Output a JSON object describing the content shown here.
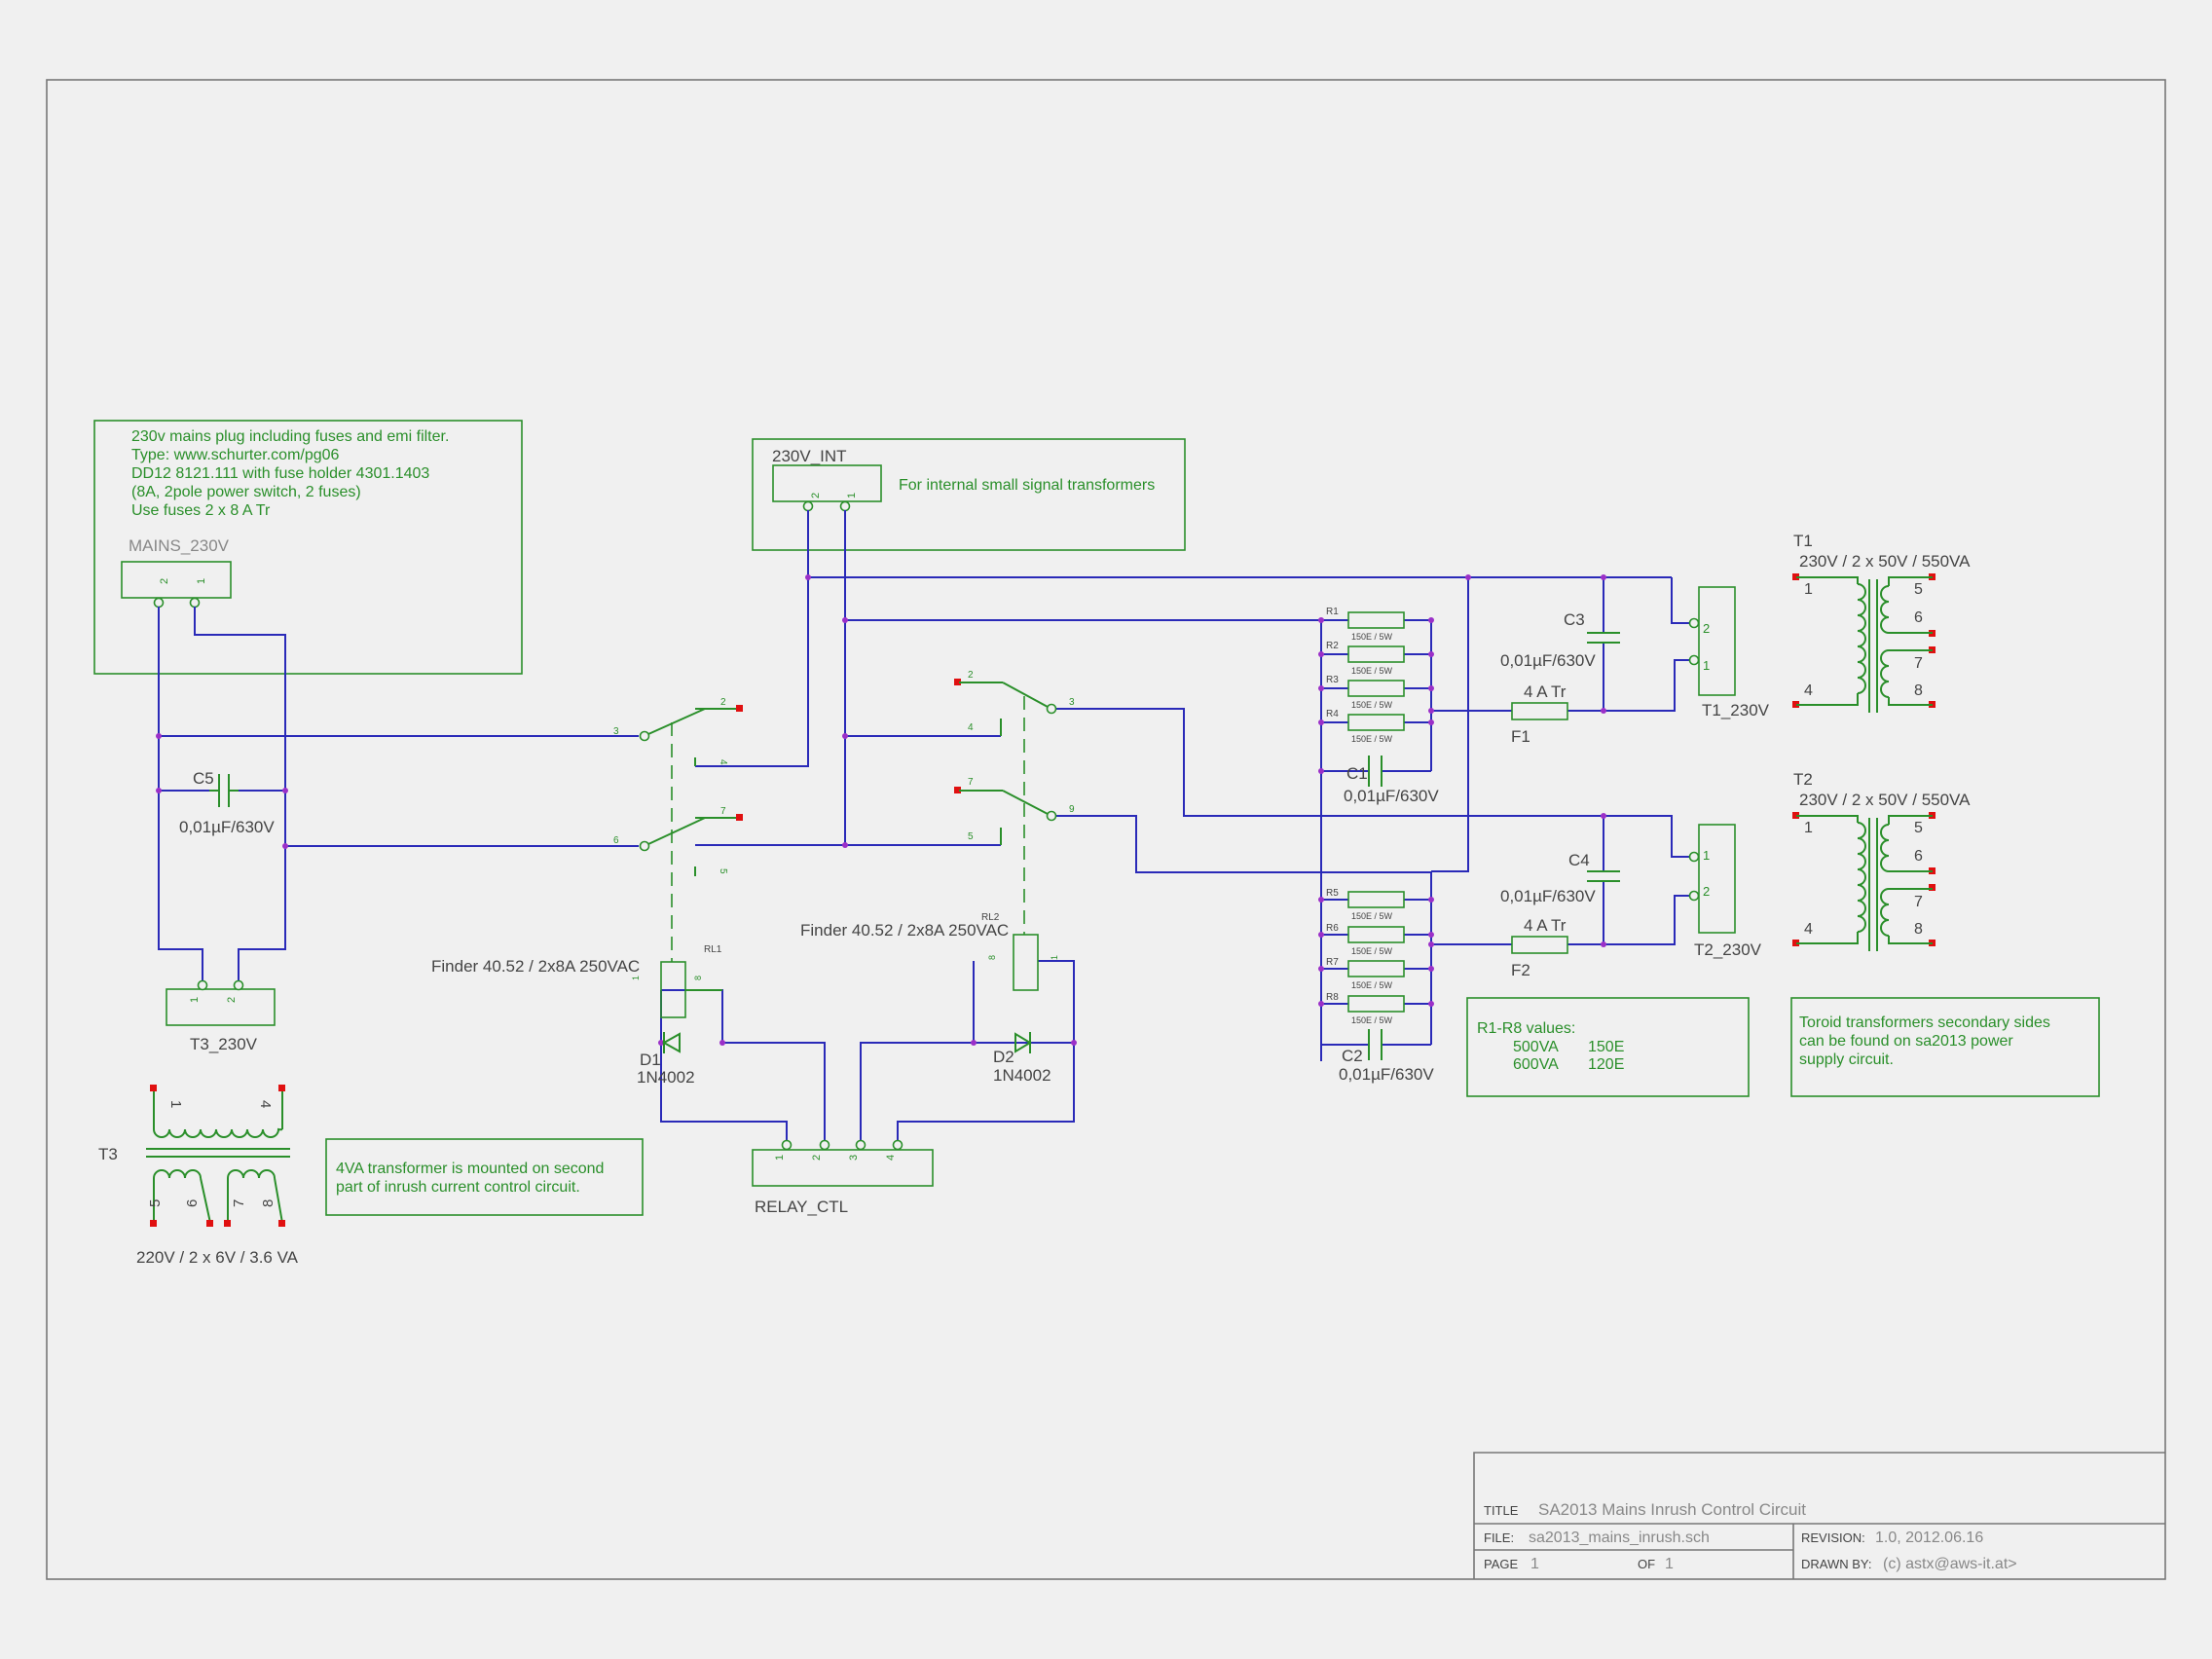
{
  "notes": {
    "mains": [
      "230v mains plug including fuses and emi filter.",
      "Type: www.schurter.com/pg06",
      "DD12 8121.111 with fuse holder 4301.1403",
      "(8A, 2pole power switch, 2 fuses)",
      "Use fuses 2 x 8 A Tr"
    ],
    "internal": "For internal small signal transformers",
    "r_values": [
      "R1-R8 values:",
      "500VA",
      "150E",
      "600VA",
      "120E"
    ],
    "toroid": [
      "Toroid transformers secondary sides",
      "can be found on sa2013 power",
      "supply circuit."
    ],
    "t3_note": [
      "4VA transformer is mounted on second",
      "part of inrush current control circuit."
    ]
  },
  "connectors": {
    "mains": "MAINS_230V",
    "int": "230V_INT",
    "t3": "T3_230V",
    "relay": "RELAY_CTL",
    "t1": "T1_230V",
    "t2": "T2_230V"
  },
  "caps": {
    "c1": "C1",
    "c2": "C2",
    "c3": "C3",
    "c4": "C4",
    "c5": "C5",
    "value": "0,01µF/630V"
  },
  "fuses": {
    "f1": "F1",
    "f2": "F2",
    "value": "4 A Tr"
  },
  "resistors": {
    "labels": [
      "R1",
      "R2",
      "R3",
      "R4",
      "R5",
      "R6",
      "R7",
      "R8"
    ],
    "value": "150E / 5W"
  },
  "relays": {
    "rl1": "RL1",
    "rl2": "RL2",
    "value": "Finder 40.52 / 2x8A 250VAC"
  },
  "diodes": {
    "d1": "D1",
    "d2": "D2",
    "value": "1N4002"
  },
  "transformers": {
    "t1": "T1",
    "t2": "T2",
    "t3": "T3",
    "t12_value": "230V / 2 x 50V / 550VA",
    "t3_value": "220V / 2 x 6V / 3.6 VA"
  },
  "pins": {
    "n1": "1",
    "n2": "2",
    "n3": "3",
    "n4": "4",
    "n5": "5",
    "n6": "6",
    "n7": "7",
    "n8": "8",
    "n9": "9"
  },
  "title_block": {
    "title_label": "TITLE",
    "title": "SA2013 Mains Inrush Control Circuit",
    "file_label": "FILE:",
    "file": "sa2013_mains_inrush.sch",
    "revision_label": "REVISION:",
    "revision": "1.0, 2012.06.16",
    "page_label": "PAGE",
    "page": "1",
    "of_label": "OF",
    "of": "1",
    "drawn_label": "DRAWN BY:",
    "drawn": "(c) astx@aws-it.at>"
  }
}
